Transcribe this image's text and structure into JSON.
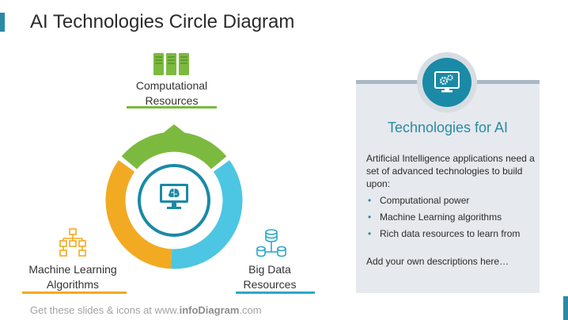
{
  "title": "AI Technologies Circle Diagram",
  "diagram": {
    "segments": [
      {
        "label": "Computational\nResources",
        "line1": "Computational",
        "line2": "Resources",
        "color": "#7cba3f",
        "icon": "server-icon"
      },
      {
        "label": "Machine Learning\nAlgorithms",
        "line1": "Machine Learning",
        "line2": "Algorithms",
        "color": "#f2aa22",
        "icon": "hierarchy-icon"
      },
      {
        "label": "Big Data\nResources",
        "line1": "Big Data",
        "line2": "Resources",
        "color": "#4cc6e3",
        "icon": "database-icon"
      }
    ],
    "center_icon": "brain-monitor-icon"
  },
  "panel": {
    "icon": "monitor-gears-icon",
    "title": "Technologies for AI",
    "intro": "Artificial Intelligence applications need a set of advanced technologies to build upon:",
    "bullets": [
      "Computational power",
      "Machine Learning algorithms",
      "Rich data resources to learn from"
    ],
    "note": "Add your own descriptions here…"
  },
  "footer": {
    "prefix": "Get these slides & icons at www.",
    "brand": "infoDiagram",
    "suffix": ".com"
  },
  "colors": {
    "accent": "#2a8aa6",
    "green": "#7cba3f",
    "orange": "#f2aa22",
    "blue": "#4cc6e3",
    "panel_bg": "#e6e9ed"
  }
}
